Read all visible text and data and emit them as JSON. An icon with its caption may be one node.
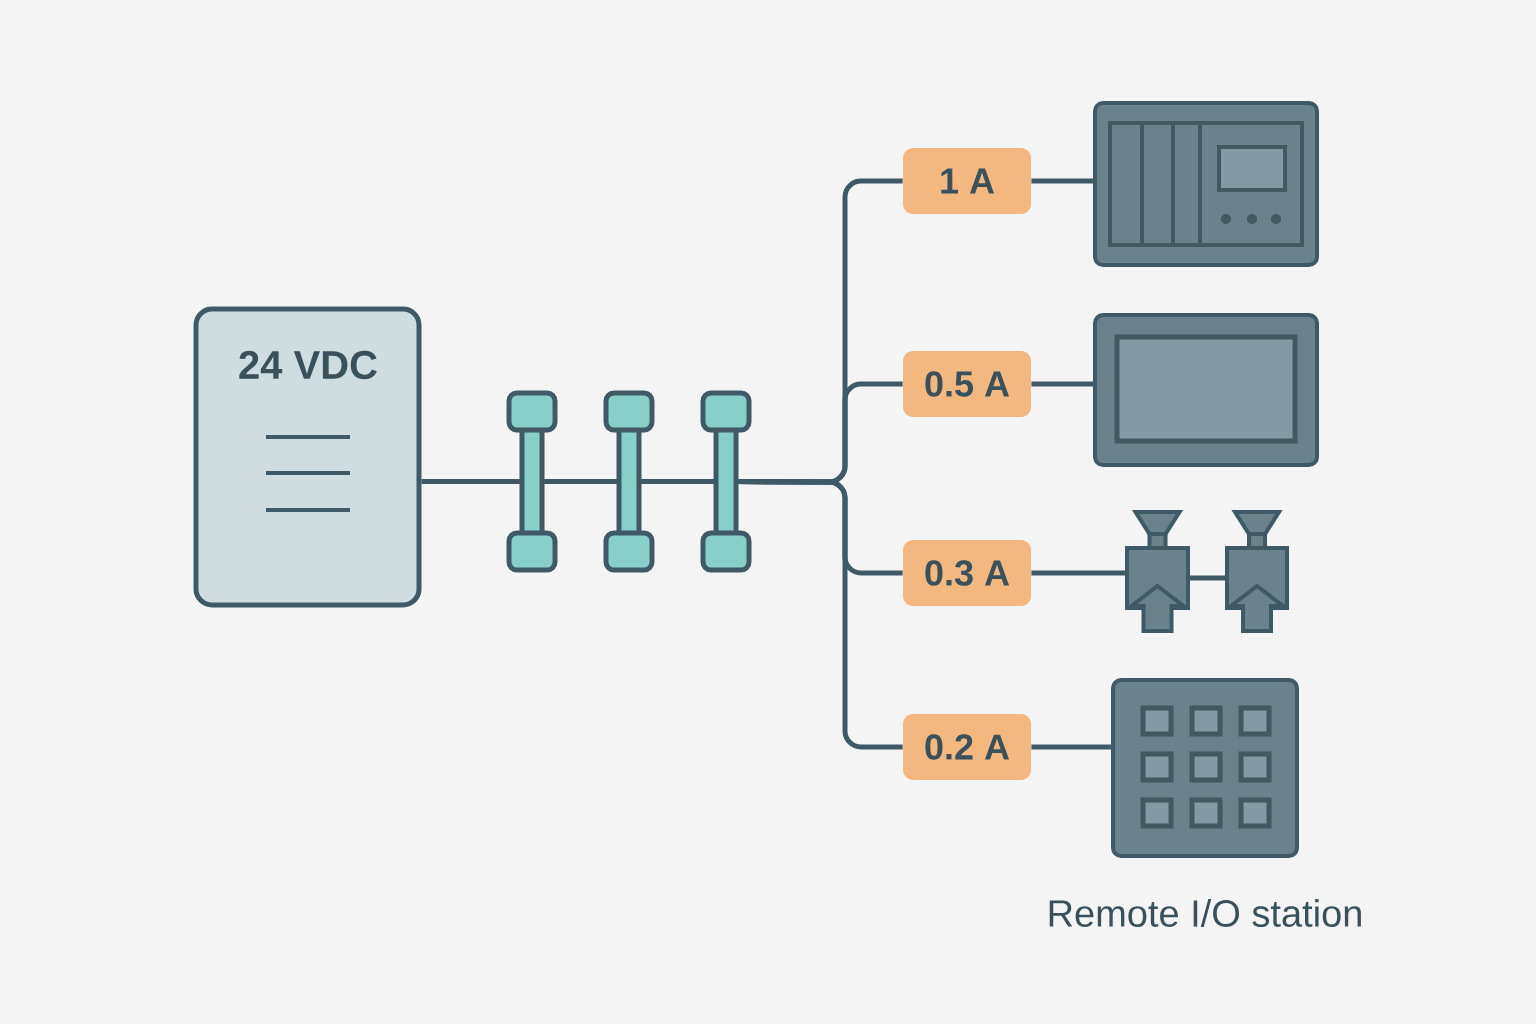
{
  "diagram": {
    "nodes": [
      {
        "text": [
          "24 VDC"
        ]
      },
      {
        "text": [],
        "shape": "fuse"
      },
      {
        "text": [],
        "shape": "fuse"
      },
      {
        "text": [],
        "shape": "fuse"
      },
      {
        "text": [
          "1 A"
        ]
      },
      {
        "text": [
          "0.5 A"
        ]
      },
      {
        "text": [
          "0.3 A"
        ]
      },
      {
        "text": [
          "0.2 A"
        ]
      },
      {
        "text": [],
        "shape": "picture"
      },
      {
        "text": [],
        "shape": "picture"
      },
      {
        "text": [],
        "shape": "valve"
      },
      {
        "text": [],
        "shape": "valve"
      },
      {
        "text": [],
        "shape": "picture",
        "beside": [
          "Remote I/O station"
        ]
      }
    ],
    "edges": [
      {
        "from": 0,
        "to": 1,
        "arrow": "none"
      },
      {
        "from": 1,
        "to": 2,
        "arrow": "none"
      },
      {
        "from": 2,
        "to": 3,
        "arrow": "none"
      },
      {
        "from": 3,
        "to": 4,
        "arrow": "none"
      },
      {
        "from": 3,
        "to": 5,
        "arrow": "none"
      },
      {
        "from": 3,
        "to": 6,
        "arrow": "none"
      },
      {
        "from": 3,
        "to": 7,
        "arrow": "none"
      },
      {
        "from": 4,
        "to": 8,
        "arrow": "none"
      },
      {
        "from": 5,
        "to": 9,
        "arrow": "none"
      },
      {
        "from": 6,
        "to": 10,
        "arrow": "none"
      },
      {
        "from": 10,
        "to": 11,
        "arrow": "none"
      },
      {
        "from": 7,
        "to": 12,
        "arrow": "none"
      }
    ]
  }
}
